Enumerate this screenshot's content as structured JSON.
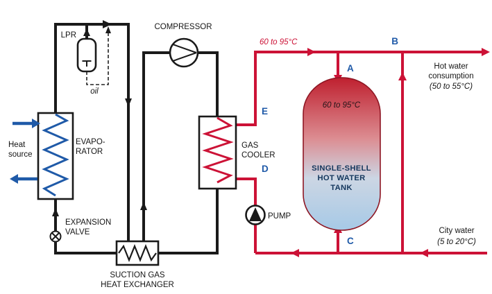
{
  "colors": {
    "refrigerant": "#1a1a1a",
    "water": "#cc1236",
    "heat_blue": "#1f5aa8",
    "point_blue": "#1f5aa8",
    "tank_top": "#bf202f",
    "tank_mid": "#dc8d92",
    "tank_low": "#ccd6e4",
    "tank_bottom": "#a6c9e6",
    "tank_outline": "#8e1623",
    "tank_text": "#14365c"
  },
  "labels": {
    "lpr": "LPR",
    "oil": "oil",
    "compressor": "COMPRESSOR",
    "evaporator": [
      "EVAPO-",
      "RATOR"
    ],
    "heat_source": [
      "Heat",
      "source"
    ],
    "expansion_valve": [
      "EXPANSION",
      "VALVE"
    ],
    "suction_hx": [
      "SUCTION GAS",
      "HEAT EXCHANGER"
    ],
    "gas_cooler": [
      "GAS",
      "COOLER"
    ],
    "pump": "PUMP",
    "supply_temp": "60 to 95°C",
    "tank_temp": "60 to 95°C",
    "tank_name": [
      "SINGLE-SHELL",
      "HOT WATER",
      "TANK"
    ],
    "hot_water": [
      "Hot water",
      "consumption",
      "(50 to 55°C)"
    ],
    "city_water": [
      "City water",
      "(5 to 20°C)"
    ],
    "points": {
      "a": "A",
      "b": "B",
      "c": "C",
      "d": "D",
      "e": "E"
    }
  }
}
